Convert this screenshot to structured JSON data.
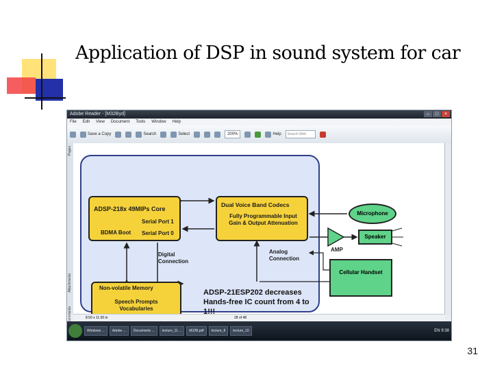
{
  "slide": {
    "title": "Application of DSP in sound system for car",
    "page_number": "31"
  },
  "screenshot": {
    "window_title": "Adobe Reader - [M32Byd]",
    "menu": [
      "File",
      "Edit",
      "View",
      "Document",
      "Tools",
      "Window",
      "Help"
    ],
    "toolbar": {
      "save_label": "Save a Copy",
      "search_label": "Search",
      "select_label": "Select",
      "zoom_value": "200%",
      "help_label": "Help",
      "search_placeholder": "Search Web"
    },
    "sidebar_tabs": [
      "Pages",
      "Attachments",
      "Comments"
    ],
    "status": {
      "page_size": "8.50 x 11.00 in",
      "page_position": "28 of 48"
    },
    "taskbar_items": [
      "Windows ...",
      "Adobe ...",
      "Documents ...",
      "lecture_11 ...",
      "M32B.pdf",
      "lecture_8",
      "lecture_10"
    ],
    "tray_lang": "EN",
    "tray_time": "9:38",
    "diagram": {
      "core": {
        "title": "ADSP-218x 49MIPs Core",
        "port1": "Serial Port 1",
        "boot": "BDMA Boot",
        "port0": "Serial Port 0"
      },
      "codec": {
        "title": "Dual Voice Band Codecs",
        "body": "Fully Programmable Input Gain & Output Attenuation"
      },
      "memory": {
        "title": "Non-volatile Memory",
        "body": "Speech Prompts Vocabularies"
      },
      "microphone": "Microphone",
      "speaker": "Speaker",
      "amp": "AMP",
      "cellular": "Cellular Handset",
      "digital_connection": "Digital Connection",
      "analog_connection": "Analog Connection",
      "note": "ADSP-21ESP202 decreases Hands-free IC count from 4 to 1!!!"
    }
  }
}
